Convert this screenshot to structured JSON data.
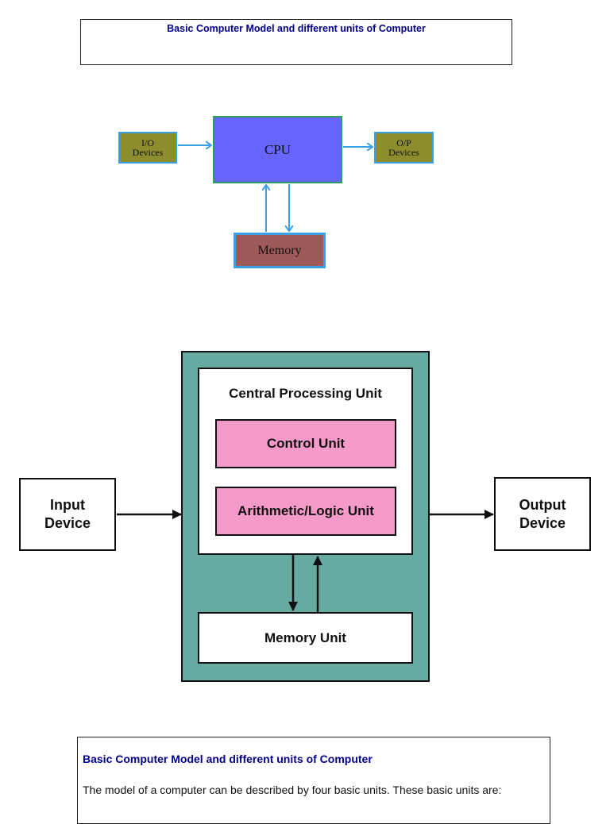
{
  "top_box": {
    "title": "Basic Computer Model and different units of Computer"
  },
  "diagram1": {
    "io_devices": [
      "I/O",
      "Devices"
    ],
    "cpu": "CPU",
    "op_devices": [
      "O/P",
      "Devices"
    ],
    "memory": "Memory"
  },
  "diagram2": {
    "cpu_title": "Central Processing Unit",
    "control_unit": "Control Unit",
    "alu": "Arithmetic/Logic Unit",
    "memory_unit": "Memory Unit",
    "input_device": [
      "Input",
      "Device"
    ],
    "output_device": [
      "Output",
      "Device"
    ]
  },
  "bottom_box": {
    "title": "Basic Computer Model and different units of Computer",
    "body": "The model of a computer can be described by four basic units. These basic units are:"
  },
  "colors": {
    "title_blue": "#00008b",
    "cpu_blue": "#6666ff",
    "olive": "#8d8d2e",
    "memory_brown": "#9e5a5a",
    "arrow_blue": "#3aa0e8",
    "teal": "#66aaa2",
    "pink": "#f49ac9"
  }
}
